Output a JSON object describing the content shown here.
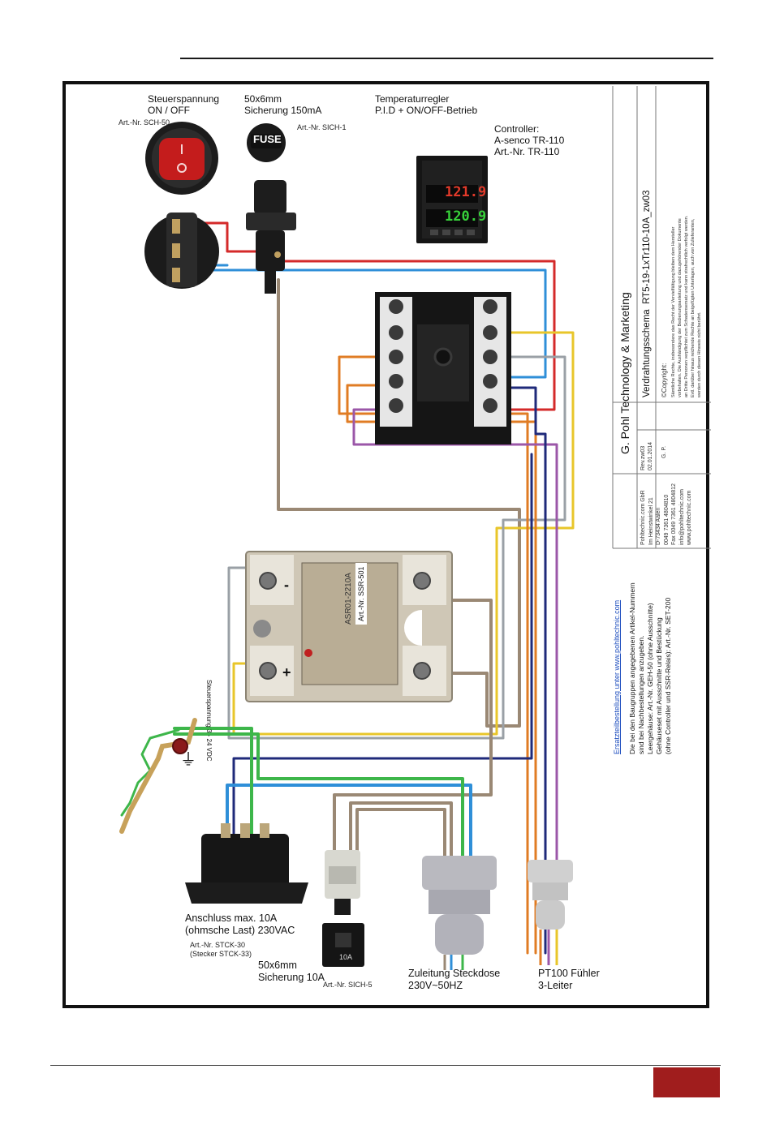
{
  "labels": {
    "switch_title": "Steuerspannung\nON / OFF",
    "switch_art": "Art.-Nr. SCH-50",
    "fuse_title": "50x6mm\nSicherung 150mA",
    "fuse_art": "Art.-Nr. SICH-1",
    "fuse_cap": "FUSE",
    "temp_title": "Temperaturregler\nP.I.D + ON/OFF-Betrieb",
    "controller_title": "Controller:\nA-senco TR-110\nArt.-Nr. TR-110",
    "display_top": "121.9",
    "display_bottom": "120.9",
    "ssr_tag": "Art.-Nr. SSR-501",
    "ssr_model": "ASR01-2210A",
    "ssr_minus": "-",
    "ssr_plus": "+",
    "ssr_side_label": "Steuerspannung 3 - 24 VDC",
    "ground_symbol": "⏚",
    "socket_title": "Anschluss max. 10A\n(ohmsche Last) 230VAC",
    "socket_art": "Art.-Nr. STCK-30\n(Stecker STCK-33)",
    "fuse10_title": "50x6mm\nSicherung 10A",
    "fuse10_art": "Art.-Nr. SICH-5",
    "fuse10_cap": "10A",
    "cable_title": "Zuleitung Steckdose\n230V~50HZ",
    "pt100_title": "PT100 Fühler\n3-Leiter"
  },
  "titleblock": {
    "company": "G. Pohl Technology & Marketing",
    "doc": "Verdrahtungsschema  RT5-19-1xTr110-10A_zw03",
    "rev": "Rev.zw03\n02.01.2014",
    "author": "G. P.",
    "copyright": "©Copyright:",
    "copyright_text": "Sämtliche Rechte, insbesondere das Recht der Vervielfältigung bleiben dem Hersteller\nvorbehalten. Die Aushändigung der Bedienungsanleitung und dazugehörender Dokumente\nan Dritte Personen verpflichtet zum Schadensersatz und kann strafrechtlich verfolgt werden.\nEvtl. darüber hinaus reichende Rechte an beigefügten Unterlagen, auch von Zulieferanten,\nwerden durch diesen Hinweis nicht berührt.",
    "address": "Pohltechnic.com GbR\nIm Heinstwinkel 21\nD-73434 Aalen\n0049 7361 4804810\nFax 0049 7361 4804812\ninfo@pohltechnic.com\nwww.pohltechnic.com",
    "order_link": "Ersatzteilbestellung unter www.pohltechnic.com",
    "order_text": "Die bei den Baugruppen angegebenen Artikel-Nummern\nsind bei Nachbestellungen anzugeben.\nLeergehäuse: Art.-Nr. GEH-50 (ohne Ausschnitte)\nGehäuseset mit Ausschnitte und Bestückung\n(ohne Controller und SSR-Relais): Art.-Nr. SET-200"
  },
  "colors": {
    "frame": "#111111",
    "accent_red": "#a01d1d",
    "wire_red": "#d42a2a",
    "wire_blue": "#2f8fd8",
    "wire_brown": "#9a8874",
    "wire_yellow": "#e8c62a",
    "wire_orange": "#e07c24",
    "wire_navy": "#1f2a7a",
    "wire_purple": "#9b57a8",
    "wire_green": "#3db64a",
    "wire_gray": "#9aa0a6"
  }
}
